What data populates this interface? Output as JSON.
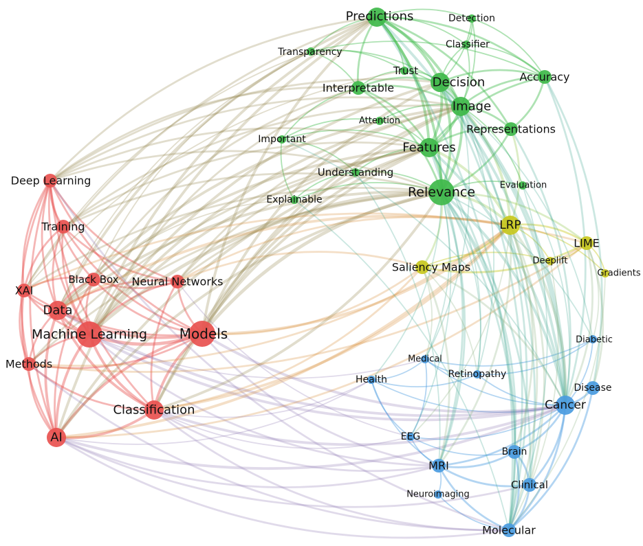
{
  "colors": {
    "red": "#e8514f",
    "green": "#3fb94a",
    "yellow": "#c8c81e",
    "blue": "#4a9be0",
    "purple": "#8e7ab5",
    "label": "#111111"
  },
  "nodes": [
    {
      "id": "predictions",
      "label": "Predictions",
      "cluster": "green",
      "weight": 3
    },
    {
      "id": "detection",
      "label": "Detection",
      "cluster": "green",
      "weight": 1
    },
    {
      "id": "classifier",
      "label": "Classifier",
      "cluster": "green",
      "weight": 1
    },
    {
      "id": "transparency",
      "label": "Transparency",
      "cluster": "green",
      "weight": 1
    },
    {
      "id": "trust",
      "label": "Trust",
      "cluster": "green",
      "weight": 1
    },
    {
      "id": "accuracy",
      "label": "Accuracy",
      "cluster": "green",
      "weight": 2
    },
    {
      "id": "interpretable",
      "label": "Interpretable",
      "cluster": "green",
      "weight": 2
    },
    {
      "id": "decision",
      "label": "Decision",
      "cluster": "green",
      "weight": 3
    },
    {
      "id": "image",
      "label": "Image",
      "cluster": "green",
      "weight": 3
    },
    {
      "id": "attention",
      "label": "Attention",
      "cluster": "green",
      "weight": 1
    },
    {
      "id": "representations",
      "label": "Representations",
      "cluster": "green",
      "weight": 2
    },
    {
      "id": "important",
      "label": "Important",
      "cluster": "green",
      "weight": 1
    },
    {
      "id": "features",
      "label": "Features",
      "cluster": "green",
      "weight": 3
    },
    {
      "id": "understanding",
      "label": "Understanding",
      "cluster": "green",
      "weight": 1
    },
    {
      "id": "relevance",
      "label": "Relevance",
      "cluster": "green",
      "weight": 4
    },
    {
      "id": "evaluation",
      "label": "Evaluation",
      "cluster": "green",
      "weight": 1
    },
    {
      "id": "explainable",
      "label": "Explainable",
      "cluster": "green",
      "weight": 1
    },
    {
      "id": "lrp",
      "label": "LRP",
      "cluster": "yellow",
      "weight": 3
    },
    {
      "id": "lime",
      "label": "LIME",
      "cluster": "yellow",
      "weight": 2
    },
    {
      "id": "saliency",
      "label": "Saliency Maps",
      "cluster": "yellow",
      "weight": 2
    },
    {
      "id": "deeplift",
      "label": "Deeplift",
      "cluster": "yellow",
      "weight": 1
    },
    {
      "id": "gradients",
      "label": "Gradients",
      "cluster": "yellow",
      "weight": 1
    },
    {
      "id": "deeplearning",
      "label": "Deep Learning",
      "cluster": "red",
      "weight": 2
    },
    {
      "id": "training",
      "label": "Training",
      "cluster": "red",
      "weight": 2
    },
    {
      "id": "xai",
      "label": "XAI",
      "cluster": "red",
      "weight": 2
    },
    {
      "id": "blackbox",
      "label": "Black Box",
      "cluster": "red",
      "weight": 2
    },
    {
      "id": "neuralnetworks",
      "label": "Neural Networks",
      "cluster": "red",
      "weight": 2
    },
    {
      "id": "data",
      "label": "Data",
      "cluster": "red",
      "weight": 3
    },
    {
      "id": "machinelearning",
      "label": "Machine Learning",
      "cluster": "red",
      "weight": 4
    },
    {
      "id": "models",
      "label": "Models",
      "cluster": "red",
      "weight": 4
    },
    {
      "id": "methods",
      "label": "Methods",
      "cluster": "red",
      "weight": 2
    },
    {
      "id": "classification",
      "label": "Classification",
      "cluster": "red",
      "weight": 3
    },
    {
      "id": "ai",
      "label": "AI",
      "cluster": "red",
      "weight": 3
    },
    {
      "id": "diabetic",
      "label": "Diabetic",
      "cluster": "blue",
      "weight": 1
    },
    {
      "id": "medical",
      "label": "Medical",
      "cluster": "blue",
      "weight": 1
    },
    {
      "id": "retinopathy",
      "label": "Retinopathy",
      "cluster": "blue",
      "weight": 1
    },
    {
      "id": "health",
      "label": "Health",
      "cluster": "blue",
      "weight": 1
    },
    {
      "id": "disease",
      "label": "Disease",
      "cluster": "blue",
      "weight": 2
    },
    {
      "id": "cancer",
      "label": "Cancer",
      "cluster": "blue",
      "weight": 3
    },
    {
      "id": "eeg",
      "label": "EEG",
      "cluster": "blue",
      "weight": 1
    },
    {
      "id": "brain",
      "label": "Brain",
      "cluster": "blue",
      "weight": 2
    },
    {
      "id": "mri",
      "label": "MRI",
      "cluster": "blue",
      "weight": 2
    },
    {
      "id": "clinical",
      "label": "Clinical",
      "cluster": "blue",
      "weight": 2
    },
    {
      "id": "neuroimaging",
      "label": "Neuroimaging",
      "cluster": "blue",
      "weight": 1
    },
    {
      "id": "molecular",
      "label": "Molecular",
      "cluster": "blue",
      "weight": 2
    }
  ]
}
